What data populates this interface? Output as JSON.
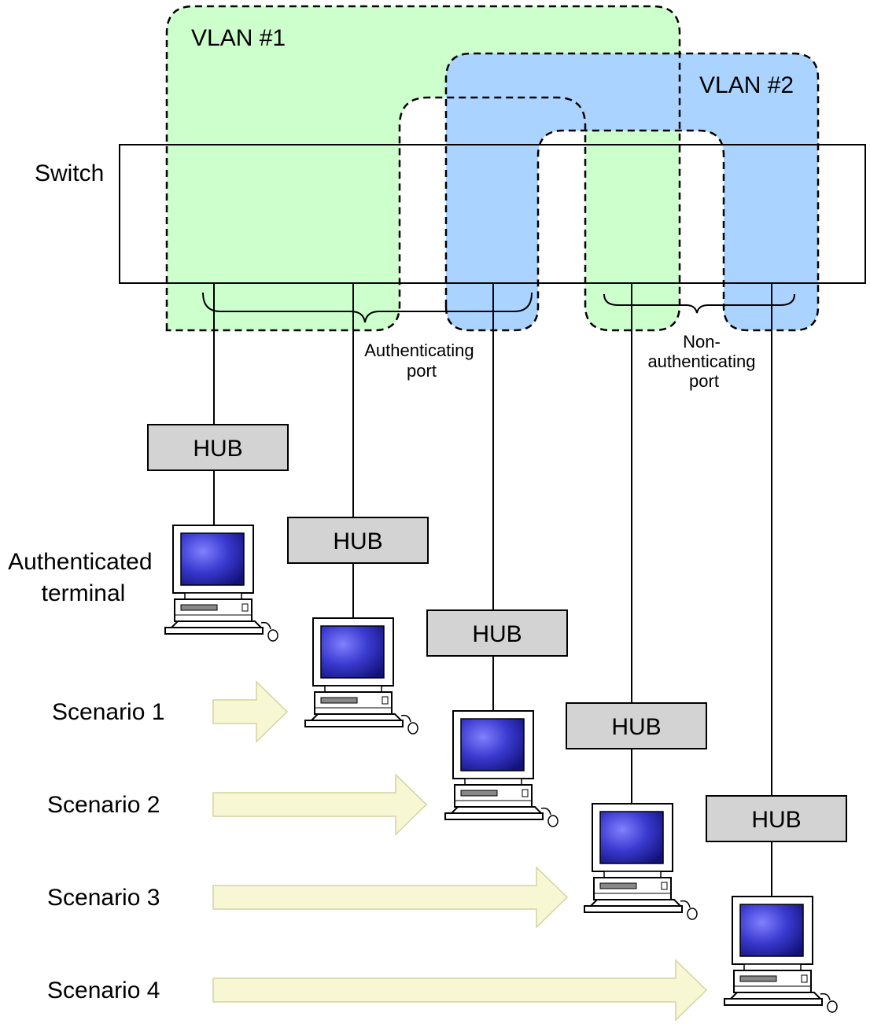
{
  "vlans": [
    {
      "label": "VLAN #1",
      "color": "#ccffcc"
    },
    {
      "label": "VLAN #2",
      "color": "#aad4ff"
    }
  ],
  "switch_label": "Switch",
  "hub_label": "HUB",
  "port_labels": {
    "authenticating": [
      "Authenticating",
      "port"
    ],
    "non_authenticating": [
      "Non-",
      "authenticating",
      "port"
    ]
  },
  "authenticated_terminal": [
    "Authenticated",
    "terminal"
  ],
  "scenarios": [
    "Scenario 1",
    "Scenario 2",
    "Scenario 3",
    "Scenario 4"
  ],
  "colors": {
    "hub_fill": "#d3d3d3",
    "arrow_fill": "#f7f7d4",
    "monitor_screen": "#2222aa"
  }
}
